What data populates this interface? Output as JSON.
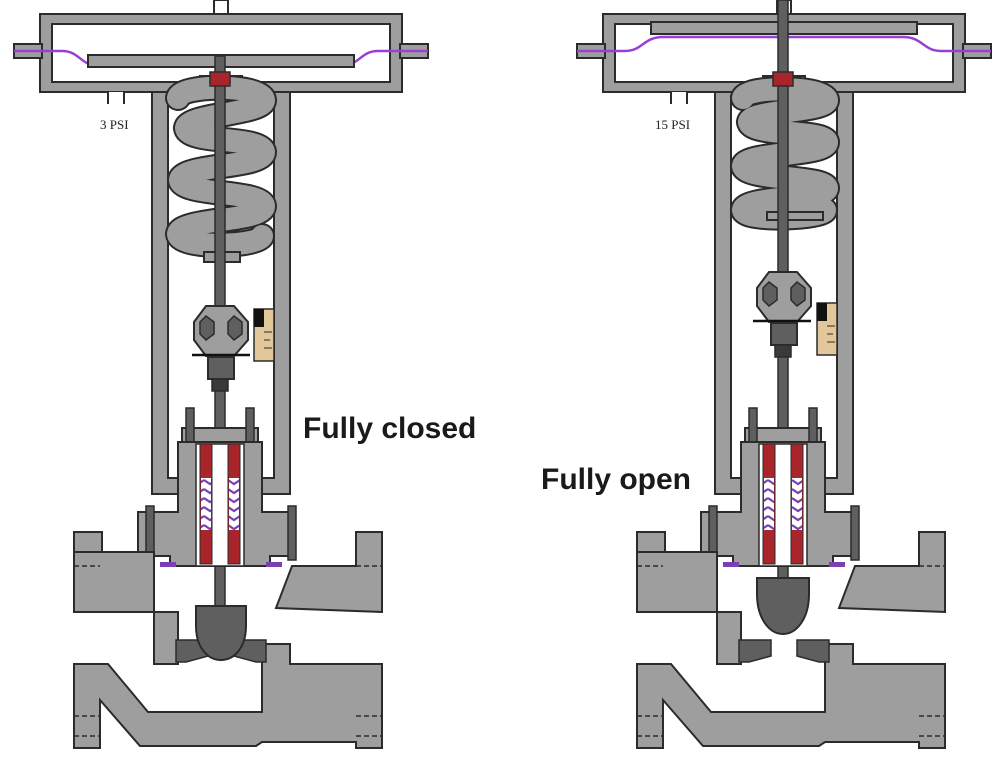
{
  "valves": [
    {
      "pressure_label": "3 PSI",
      "state_label": "Fully closed"
    },
    {
      "pressure_label": "15 PSI",
      "state_label": "Fully open"
    }
  ],
  "colors": {
    "body": "#9e9e9e",
    "outline": "#2b2b2b",
    "plug": "#5f5f5f",
    "packing": "#a8262b",
    "packing_teflon": "#7b3fb3",
    "diaphragm": "#9a3fd6",
    "scale": "#e2c79b"
  }
}
